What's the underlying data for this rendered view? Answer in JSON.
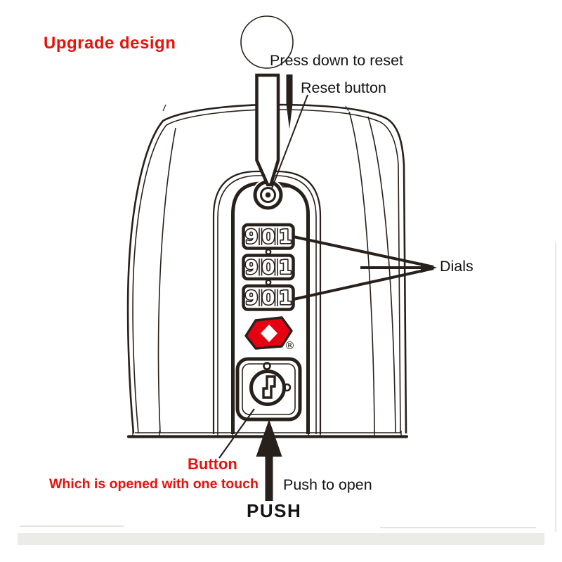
{
  "diagram": {
    "title": "Upgrade design",
    "labels": {
      "press_down": "Press down to reset",
      "reset_button": "Reset button",
      "dials": "Dials",
      "button": "Button",
      "one_touch": "Which is opened with one touch",
      "push_to_open": "Push to open",
      "push": "PUSH"
    },
    "lock": {
      "dial_rows": [
        [
          "9",
          "0",
          "1"
        ],
        [
          "9",
          "0",
          "1"
        ],
        [
          "9",
          "0",
          "1"
        ]
      ],
      "logo_icon": "travel-sentry-red-diamond-icon",
      "registered_mark": "®"
    },
    "colors": {
      "accent_red": "#e8120c",
      "logo_red": "#e60012",
      "line_art": "#28201b"
    }
  }
}
